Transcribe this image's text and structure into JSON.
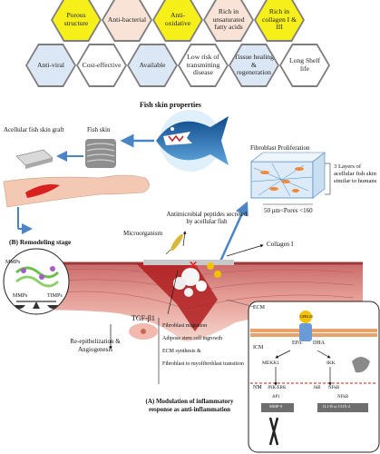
{
  "hexagons": [
    {
      "text": "Porous structure",
      "color": "#f6ef1a"
    },
    {
      "text": "Anti-bacterial",
      "color": "#f8e3d6"
    },
    {
      "text": "Anti-oxidative",
      "color": "#f6ef1a"
    },
    {
      "text": "Rich in unsaturated fatty acids",
      "color": "#f8e3d6"
    },
    {
      "text": "Rich in collagen I & III",
      "color": "#f6ef1a"
    },
    {
      "text": "Anti-viral",
      "color": "#dbe7f5"
    },
    {
      "text": "Cost-effective",
      "color": "#ffffff"
    },
    {
      "text": "Available",
      "color": "#dbe7f5"
    },
    {
      "text": "Low risk of transmitting disease",
      "color": "#ffffff"
    },
    {
      "text": "Tissue healing & regeneration",
      "color": "#dbe7f5"
    },
    {
      "text": "Long Shelf life",
      "color": "#ffffff"
    }
  ],
  "title": "Fish skin properties",
  "labels": {
    "acellular_graft": "Acellular fish skin graft",
    "fish_skin": "Fish skin",
    "fibroblast_prolif": "Fibroblast Proliferation",
    "three_layers": "3 Layers of acellular fish skin similar to humans",
    "pores": "50 μm<Pores <160",
    "remodeling": "(B) Remodeling stage",
    "microorganism": "Microorganism",
    "antimicrobial": "Antimicrobial peptides secreted by acellular fish",
    "collagen": "Collagen I",
    "mmps_top": "MMPs",
    "mmps": "MMPs",
    "timps": "TIMPs",
    "tgf": "TGF-β1",
    "reepi": "Re-epithelization & Angiogenesis",
    "fib_migration": "Fibroblast migration",
    "adipose": "Adipose stem cell ingrowth",
    "ecm_syn": "ECM synthesis &",
    "fib_trans": "Fibroblast to myofibroblast transition",
    "ecm": "ECM",
    "icm": "ICM",
    "nm": "NM",
    "epa": "EPA",
    "dha": "DHA",
    "mekk1": "MEKK1",
    "ikk": "IKK",
    "jnk": "JNK/ERK",
    "ikb": "IkB",
    "nfkb_top": "NFkB",
    "ap1": "AP1",
    "nfkb": "NFkB",
    "mmp9": "MMP-9",
    "il": "IL1-B or COX-2",
    "gpr": "GPR120",
    "modulation": "(A) Modulation of inflammatory response as anti-inflammation"
  }
}
